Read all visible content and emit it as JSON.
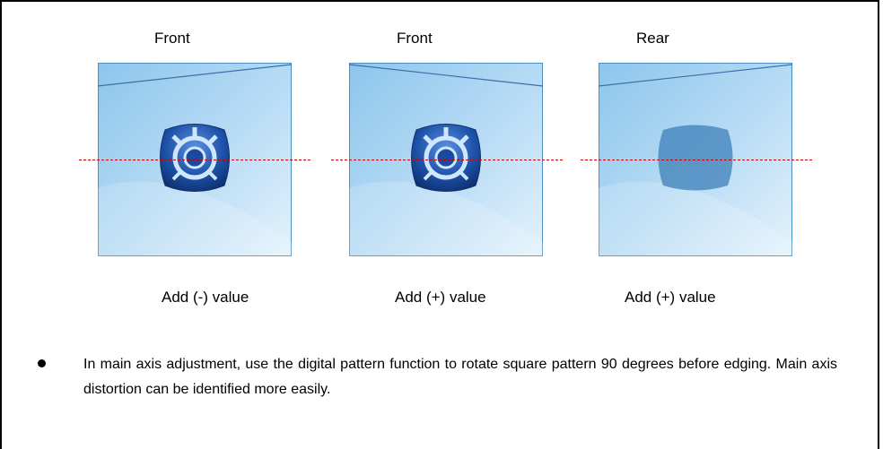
{
  "panels": [
    {
      "heading": "Front",
      "caption": "Add (-) value",
      "knob": "button",
      "tilt": "up-right"
    },
    {
      "heading": "Front",
      "caption": "Add (+) value",
      "knob": "button",
      "tilt": "down-right"
    },
    {
      "heading": "Rear",
      "caption": "Add (+) value",
      "knob": "shadow",
      "tilt": "up-right"
    }
  ],
  "bullet": {
    "text": "In main axis adjustment, use the digital pattern function to rotate square pattern 90 degrees before edging. Main axis distortion can be identified more easily."
  },
  "colors": {
    "guide_line": "#cc0000",
    "panel_light": "#e3f2fc",
    "panel_dark": "#8cc6ec",
    "button_blue": "#1d52a8"
  }
}
